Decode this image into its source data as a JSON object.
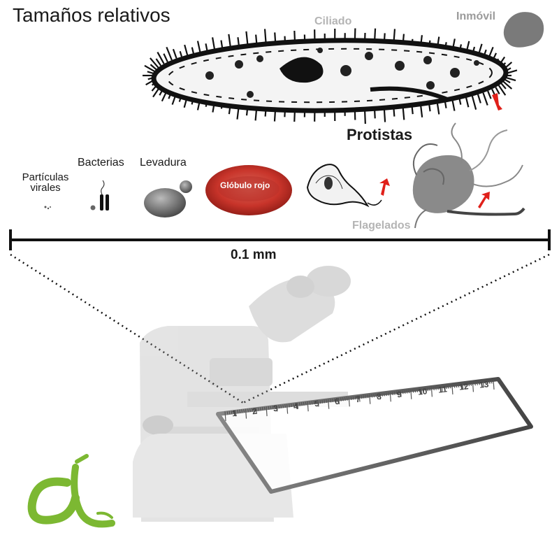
{
  "title": "Tamaños relativos",
  "organisms": {
    "viral": "Partículas virales",
    "bacteria": "Bacterias",
    "yeast": "Levadura",
    "red_cell": "Glóbulo rojo"
  },
  "protists": {
    "heading": "Protistas",
    "ciliated": "Ciliado",
    "immobile": "Inmóvil",
    "flagellated": "Flagelados"
  },
  "scale": {
    "label": "0.1 mm"
  },
  "ruler": {
    "ticks": [
      "1",
      "2",
      "3",
      "4",
      "5",
      "6",
      "7",
      "8",
      "9",
      "10",
      "11",
      "12",
      "13"
    ]
  },
  "colors": {
    "red_cell": "#c8342a",
    "logo": "#7cb832",
    "arrow": "#e0201a"
  }
}
